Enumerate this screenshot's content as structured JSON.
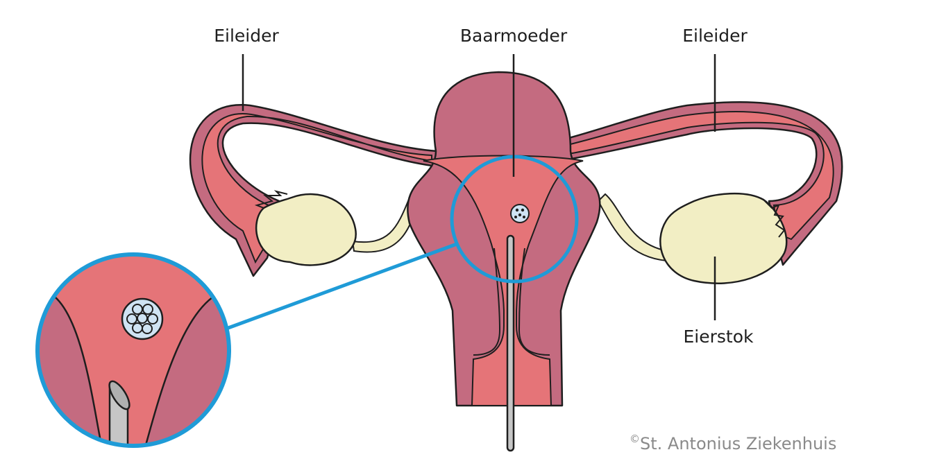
{
  "labels": {
    "left_tube": "Eileider",
    "uterus": "Baarmoeder",
    "right_tube": "Eileider",
    "ovary": "Eierstok"
  },
  "copyright": {
    "symbol": "©",
    "text": "St. Antonius Ziekenhuis"
  },
  "colors": {
    "uterus_outer": "#c46b80",
    "uterus_inner": "#e57478",
    "ovary": "#f2eec4",
    "embryo": "#cfe3f3",
    "magnifier_ring": "#1f9bd7",
    "catheter": "#c6c6c6",
    "outline": "#1e1e1e"
  }
}
